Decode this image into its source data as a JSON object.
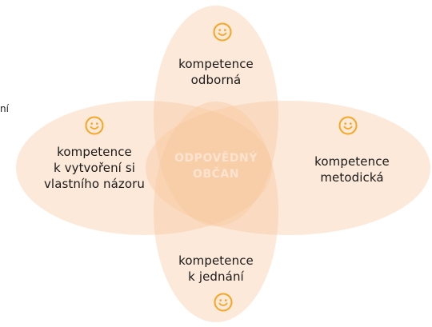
{
  "diagram": {
    "center_line1": "ODPOVĚDNÝ",
    "center_line2": "OBČAN",
    "top": {
      "line1": "kompetence",
      "line2": "odborná",
      "icon": "smiley-icon"
    },
    "left": {
      "line1": "kompetence",
      "line2": "k vytvoření si",
      "line3": "vlastního názoru",
      "icon": "smiley-icon"
    },
    "right": {
      "line1": "kompetence",
      "line2": "metodická",
      "icon": "smiley-icon"
    },
    "bottom": {
      "line1": "kompetence",
      "line2": "k jednání",
      "icon": "smiley-icon"
    },
    "edge_fragment": "ní"
  },
  "colors": {
    "petal_fill": "#f7c69a",
    "icon_orange": "#f5a623",
    "center_text": "#fbe3cf",
    "label_text": "#1a1a1a"
  }
}
